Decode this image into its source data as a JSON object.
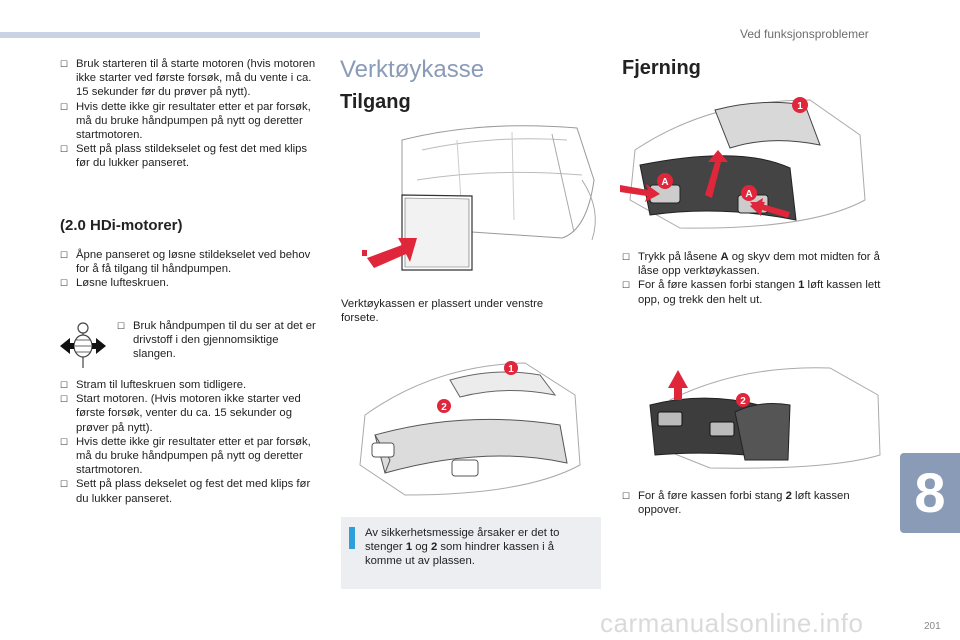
{
  "header": {
    "section": "Ved funksjonsproblemer"
  },
  "colors": {
    "accent": "#8a9bb8",
    "info_bar": "#2e9fd8",
    "arrow_red": "#e0263b",
    "label_red": "#e0263b",
    "topbar": "#c9d3e4"
  },
  "left": {
    "bullets_top": [
      "Bruk starteren til å starte motoren (hvis motoren ikke starter ved første forsøk, må du vente i ca. 15 sekunder før du prøver på nytt).",
      "Hvis dette ikke gir resultater etter et par forsøk, må du bruke håndpumpen på nytt og deretter startmotoren.",
      "Sett på plass stildekselet og fest det med klips før du lukker panseret."
    ],
    "subheading": "(2.0 HDi-motorer)",
    "bullets_mid": [
      "Åpne panseret og løsne stildekselet ved behov for å få tilgang til håndpumpen.",
      "Løsne lufteskruen."
    ],
    "pump_text": "Bruk håndpumpen til du ser at det er drivstoff i den gjennomsiktige slangen.",
    "bullets_bottom": [
      "Stram til lufteskruen som tidligere.",
      "Start motoren. (Hvis motoren ikke starter ved første forsøk, venter du ca. 15 sekunder og prøver på nytt).",
      "Hvis dette ikke gir resultater etter et par forsøk, må du bruke håndpumpen på nytt og deretter startmotoren.",
      "Sett på plass dekselet og fest det med klips før du lukker panseret."
    ]
  },
  "middle": {
    "title": "Verktøykasse",
    "subtitle": "Tilgang",
    "caption": "Verktøykassen er plassert under venstre forsete.",
    "labels": [
      "1",
      "2"
    ],
    "info_pre": "Av sikkerhetsmessige årsaker er det to stenger ",
    "info_b1": "1",
    "info_mid": " og ",
    "info_b2": "2",
    "info_post": " som hindrer kassen i å komme ut av plassen."
  },
  "right": {
    "title": "Fjerning",
    "labels": [
      "1",
      "A",
      "A",
      "2"
    ],
    "b1_pre": "Trykk på låsene ",
    "b1_bold": "A",
    "b1_post": " og skyv dem mot midten for å låse opp verktøykassen.",
    "b2_pre": "For å føre kassen forbi stangen ",
    "b2_bold": "1",
    "b2_post": " løft kassen lett opp, og trekk den helt ut.",
    "b3_pre": "For å føre kassen forbi stang ",
    "b3_bold": "2",
    "b3_post": " løft kassen oppover."
  },
  "chapter_tab": "8",
  "page_number": "201",
  "watermark": "carmanualsonline.info"
}
